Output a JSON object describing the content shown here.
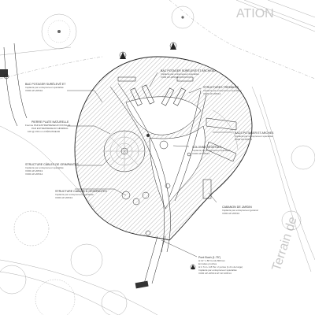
{
  "background_text": {
    "top_word": "ATION",
    "side_word": "Terrain de"
  },
  "callouts": [
    {
      "id": "bac-left",
      "lines": [
        "BAC POTAGER SURÉLEVÉ ET",
        "Implanté par entrepreneur spécialisé",
        "VOIR AP-205/10"
      ]
    },
    {
      "id": "bac-top",
      "lines": [
        "BAC POTAGER SURÉLEVÉ ET ARCHEAU",
        "Implanté par entrepreneur spécialisé",
        "VOIR AP-205/10"
      ]
    },
    {
      "id": "structures",
      "lines": [
        "STRUCTURES TREMBLÉS",
        "Implanté par entrepreneur spécialisé",
        "VOIR AP-205/12"
      ]
    },
    {
      "id": "pierre",
      "lines": [
        "PIERRE PLATE NATURELLE",
        "Fournie PAR ENTREPRENEUR INSTALLÉ",
        "PAR ENTREPRENEUR GÉNÉRAL",
        "100 @ 150 mm D'ÉPAISSEUR"
      ]
    },
    {
      "id": "bacs-right",
      "lines": [
        "BACS POTAGER ET ARCHES",
        "Implanté par entrepreneur spécialisé",
        "VOIR AP-205/11"
      ]
    },
    {
      "id": "colonne",
      "lines": [
        "COLONNE VÉGÉTALE",
        "Implanté par entrepreneur spécialisé",
        "VOIR AP-205/13"
      ]
    },
    {
      "id": "cables",
      "lines": [
        "STRUCTURE CÂBLES DE GRIMPANTES",
        "Implanté par entrepreneur spécialisé",
        "VOIR AP-205/13",
        "VOIR AP-205/14"
      ]
    },
    {
      "id": "cabane",
      "lines": [
        "STRUCTURE CABANE À GRIMPANTES",
        "Implanté par entrepreneur spécialisé",
        "VOIR AP-205/13"
      ]
    },
    {
      "id": "cabanon",
      "lines": [
        "CABANON DE JARDIN",
        "Implanté par entrepreneur général",
        "VOIR AP-205/10"
      ]
    },
    {
      "id": "pont",
      "lines": [
        "Pont Bush (1.75\")",
        "H:12\" L:80' bords 800mm",
        "En lattes pruches",
        "H:1.7m L:4.8 Pér. 2 portes (1.2m de large)",
        "Implanté par entrepreneur spécialisé",
        "VOIR AP-205/13 ET AP-205/14"
      ]
    }
  ]
}
